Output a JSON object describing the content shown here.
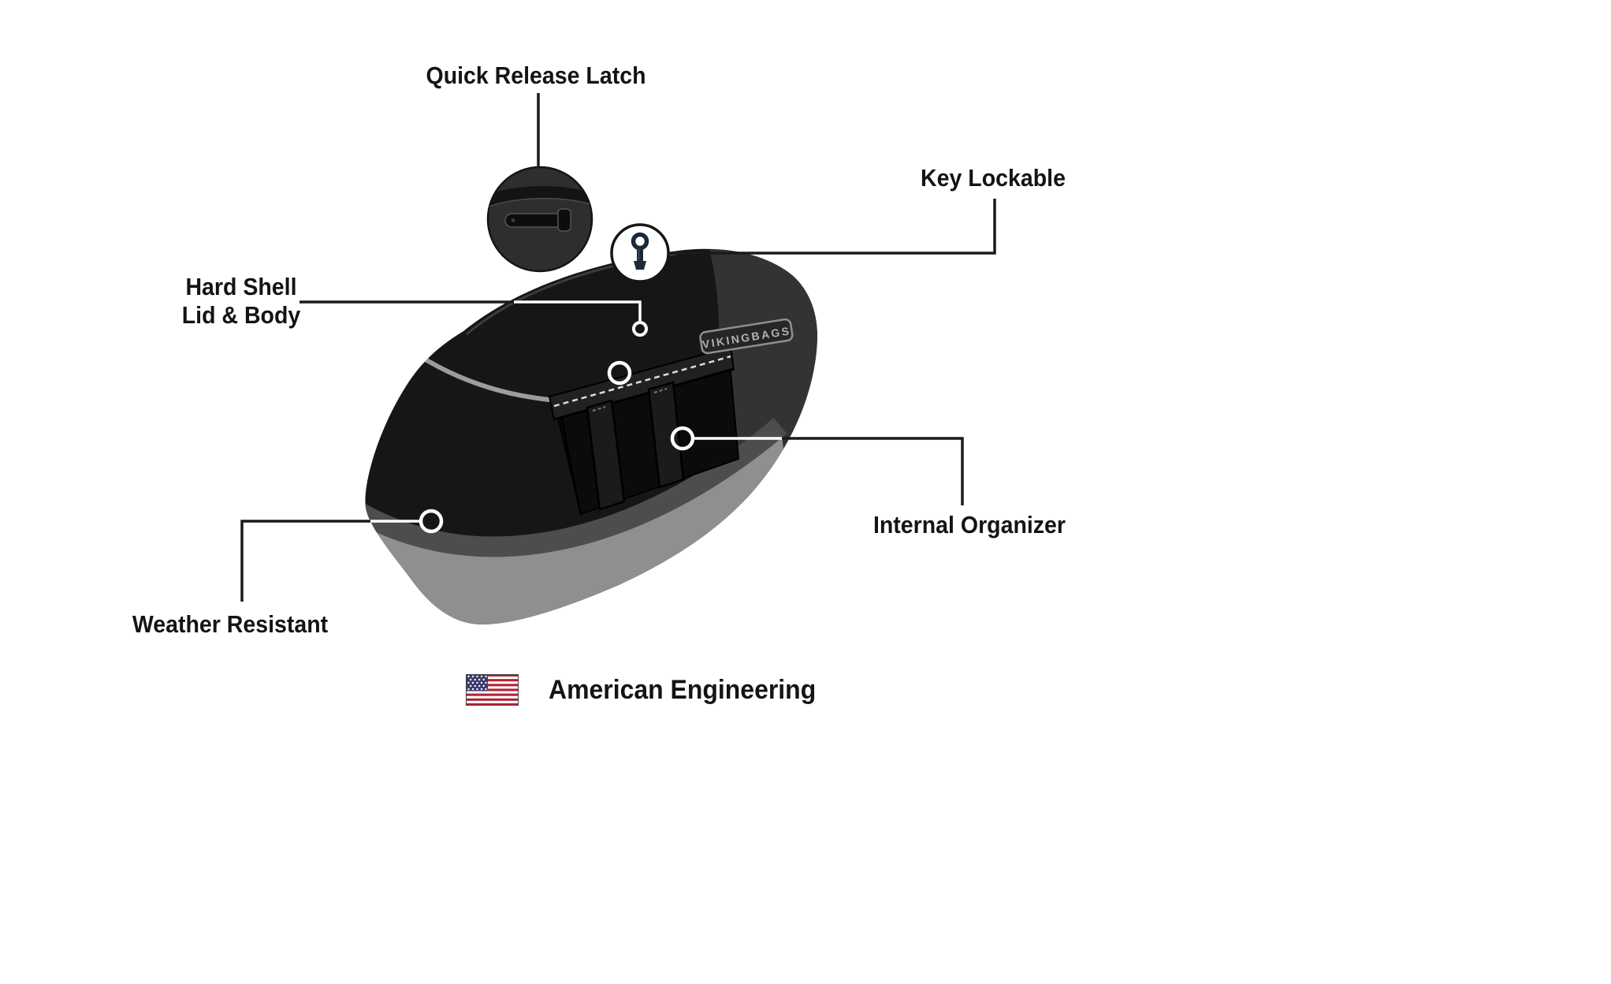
{
  "diagram": {
    "badge_text": "VIKINGBAGS",
    "callouts": {
      "quick_release_latch": {
        "label": "Quick Release Latch"
      },
      "key_lockable": {
        "label": "Key Lockable"
      },
      "hard_shell": {
        "line1": "Hard Shell",
        "line2": "Lid & Body"
      },
      "internal_organizer": {
        "label": "Internal Organizer"
      },
      "weather_resistant": {
        "label": "Weather Resistant"
      }
    },
    "footer": {
      "label": "American Engineering"
    },
    "colors": {
      "label_text": "#141414",
      "callout_line": "#1a1a1a",
      "bag_black": "#161616",
      "bag_sheen": "#333333",
      "bag_bottom_gray": "#8f8f8f",
      "lid_piping_gray": "#9c9c9c",
      "flag_red": "#B22234",
      "flag_blue": "#3C3B6E"
    }
  }
}
